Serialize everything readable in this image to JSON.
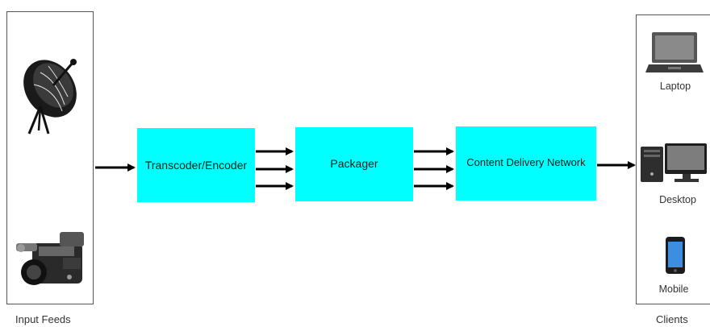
{
  "input_panel": {
    "caption": "Input Feeds",
    "sources": [
      "satellite-dish-icon",
      "video-camera-icon"
    ]
  },
  "pipeline": {
    "encoder": "Transcoder/Encoder",
    "packager": "Packager",
    "cdn": "Content Delivery Network"
  },
  "clients_panel": {
    "caption": "Clients",
    "devices": [
      {
        "icon": "laptop-icon",
        "label": "Laptop"
      },
      {
        "icon": "desktop-icon",
        "label": "Desktop"
      },
      {
        "icon": "mobile-icon",
        "label": "Mobile"
      }
    ]
  },
  "colors": {
    "box_fill": "#00ffff",
    "arrow": "#000000",
    "panel_border": "#555555"
  }
}
